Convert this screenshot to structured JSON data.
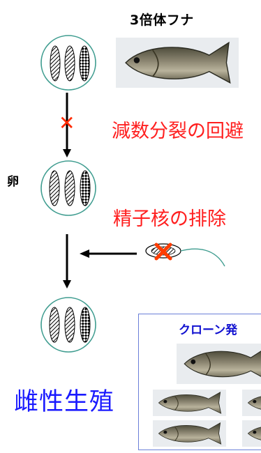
{
  "title": "3倍体フナ",
  "egg_label": "卵",
  "step1": {
    "icon": "cross-mark-icon",
    "label": "減数分裂の回避"
  },
  "step2": {
    "label": "精子核の排除"
  },
  "result": "雌性生殖",
  "clone_panel": {
    "title": "クローン発"
  },
  "colors": {
    "red_text": "#ff1f1f",
    "blue_text": "#1a1aff",
    "cell_border": "#3e9c8f",
    "panel_border": "#6a7fd8"
  }
}
